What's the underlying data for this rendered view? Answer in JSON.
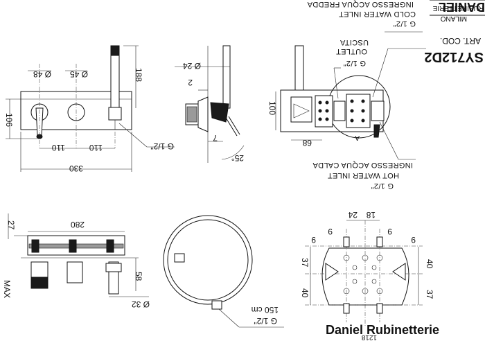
{
  "brand": {
    "footer": "Daniel Rubinetterie",
    "logo_top": "DANIEL",
    "logo_sub": "RUBINETTERIE",
    "logo_city": "MILANO"
  },
  "code_block": {
    "label": "ART. COD.",
    "code": "SY712D2"
  },
  "labels": {
    "cold_it": "INGRESSO ACQUA FREDDA",
    "cold_en": "COLD WATER INLET",
    "cold_g": "G 1/2\"",
    "outlet_it": "USCITA",
    "outlet_en": "OUTLET",
    "outlet_g": "G 1/2\"",
    "hot_it": "INGRESSO ACQUA CALDA",
    "hot_en": "HOT WATER INLET",
    "hot_g": "G 1/2\"",
    "front_g": "G 1/2\"",
    "hose_len": "150 cm",
    "hose_g": "G 1/2\"",
    "section_a": "A"
  },
  "dims": {
    "d48": "Ø 48",
    "d45": "Ø 45",
    "d24": "Ø 24",
    "d32": "Ø 32",
    "h188": "188",
    "h106": "106",
    "w110a": "110",
    "w110b": "110",
    "w330": "330",
    "w280": "280",
    "s2": "2",
    "s7": "7",
    "a25": "25°",
    "h100": "100",
    "w68": "68",
    "h27": "27",
    "h58": "58",
    "t18": "18",
    "t24": "24",
    "t9a": "9",
    "t9b": "9",
    "r9a": "9",
    "r9b": "9",
    "v37a": "37",
    "v37b": "37",
    "v40a": "40",
    "v40b": "40",
    "bottom": "1218",
    "left_frag": "MAX"
  }
}
